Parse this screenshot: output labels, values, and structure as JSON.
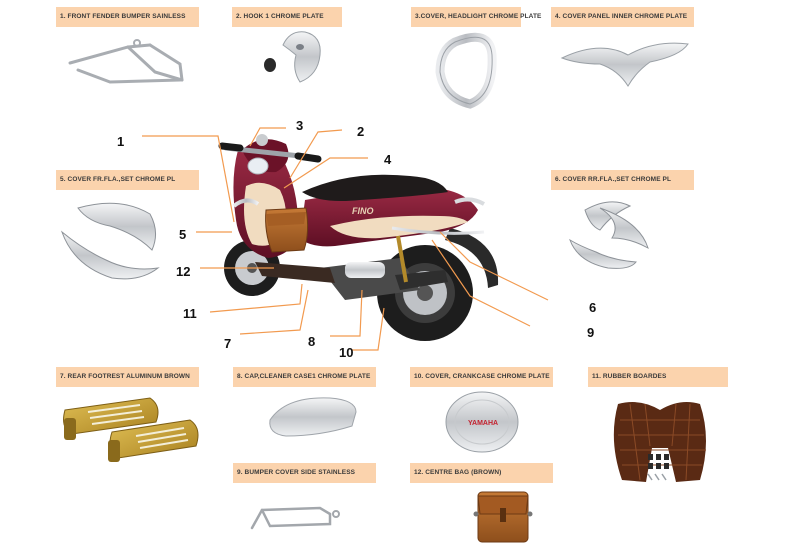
{
  "labels": {
    "p1": "1. FRONT FENDER BUMPER SAINLESS",
    "p2": "2.  HOOK 1 CHROME PLATE",
    "p3": "3.COVER, HEADLIGHT CHROME PLATE",
    "p4": "4. COVER PANEL INNER CHROME PLATE",
    "p5": "5. COVER FR.FLA.,SET CHROME PL",
    "p6": "6. COVER RR.FLA.,SET CHROME PL",
    "p7": "7. REAR FOOTREST ALUMINUM BROWN",
    "p8": "8. CAP,CLEANER CASE1 CHROME PLATE",
    "p9": "9. BUMPER COVER SIDE STAINLESS",
    "p10": "10. COVER, CRANKCASE CHROME PLATE",
    "p11": "11. RUBBER BOARDES",
    "p12": "12. CENTRE BAG (BROWN)"
  },
  "callouts": {
    "n1": "1",
    "n2": "2",
    "n3": "3",
    "n4": "4",
    "n5": "5",
    "n6": "6",
    "n7": "7",
    "n8": "8",
    "n9": "9",
    "n10": "10",
    "n11": "11",
    "n12": "12"
  },
  "scooter_brand": "FINO",
  "crankcase_text": "YAMAHA",
  "colors": {
    "label_bg": "#fbd3ad",
    "leader_line": "#f29a4f",
    "body_maroon": "#7a1730",
    "body_cream": "#f1dcc0",
    "chrome": "#d6d8db",
    "brown_leather": "#b36a2c",
    "aluminium_gold": "#c9a235"
  }
}
